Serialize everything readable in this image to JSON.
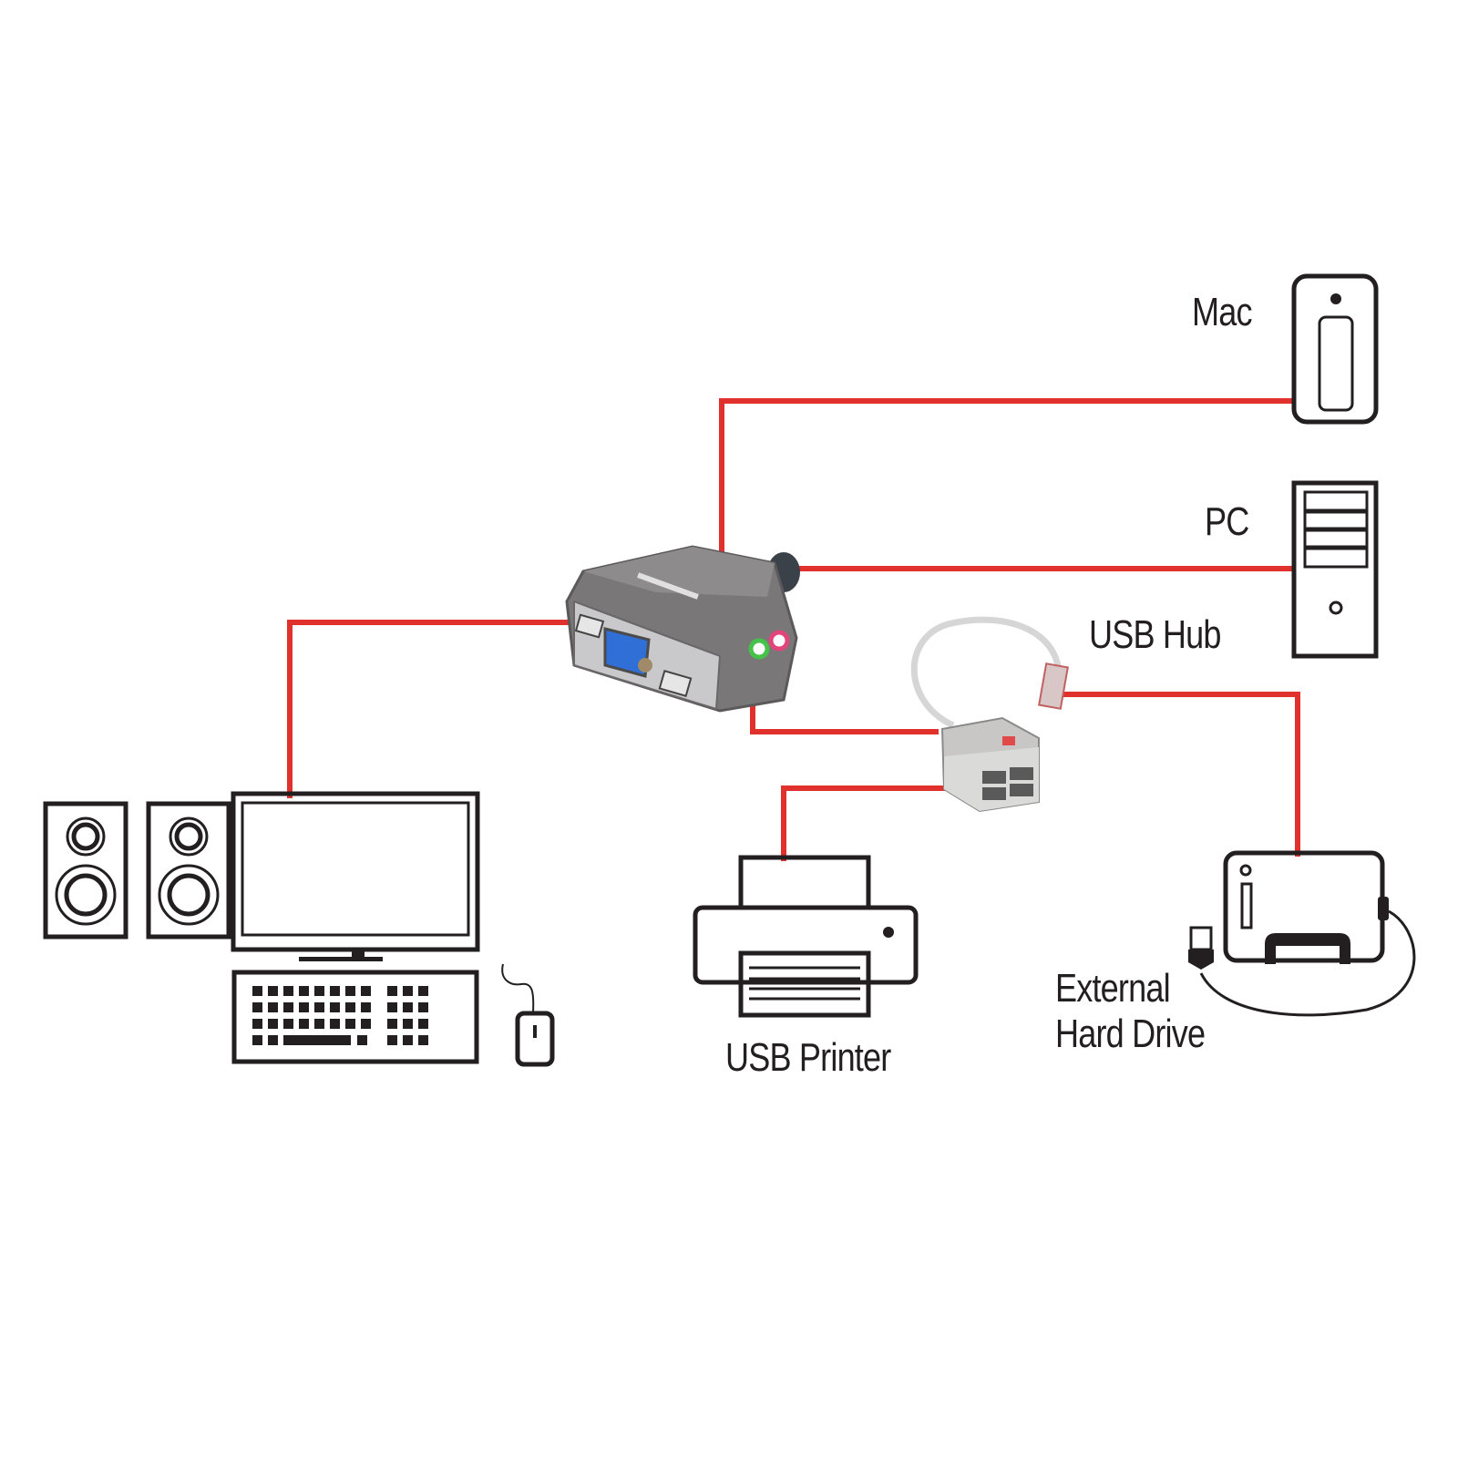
{
  "diagram": {
    "title": "KVM switch connection diagram",
    "wire_color": "#e0312d",
    "outline_color": "#231f20",
    "nodes": [
      {
        "id": "mac",
        "label": "Mac",
        "icon": "mac-tower-icon"
      },
      {
        "id": "pc",
        "label": "PC",
        "icon": "pc-tower-icon"
      },
      {
        "id": "usb-hub",
        "label": "USB Hub",
        "icon": "usb-hub-photo"
      },
      {
        "id": "usb-printer",
        "label": "USB Printer",
        "icon": "printer-icon"
      },
      {
        "id": "external-hdd",
        "label_line1": "External",
        "label_line2": "Hard Drive",
        "icon": "external-hard-drive-icon"
      },
      {
        "id": "kvm-switch",
        "label": "",
        "icon": "kvm-switch-photo"
      },
      {
        "id": "workstation",
        "label": "",
        "icon": "monitor-keyboard-mouse-speakers-icon"
      }
    ],
    "connections": [
      {
        "from": "kvm-switch",
        "to": "mac"
      },
      {
        "from": "kvm-switch",
        "to": "pc"
      },
      {
        "from": "kvm-switch",
        "to": "workstation"
      },
      {
        "from": "kvm-switch",
        "to": "usb-hub"
      },
      {
        "from": "usb-hub",
        "to": "usb-printer"
      },
      {
        "from": "usb-hub",
        "to": "external-hdd"
      }
    ]
  }
}
